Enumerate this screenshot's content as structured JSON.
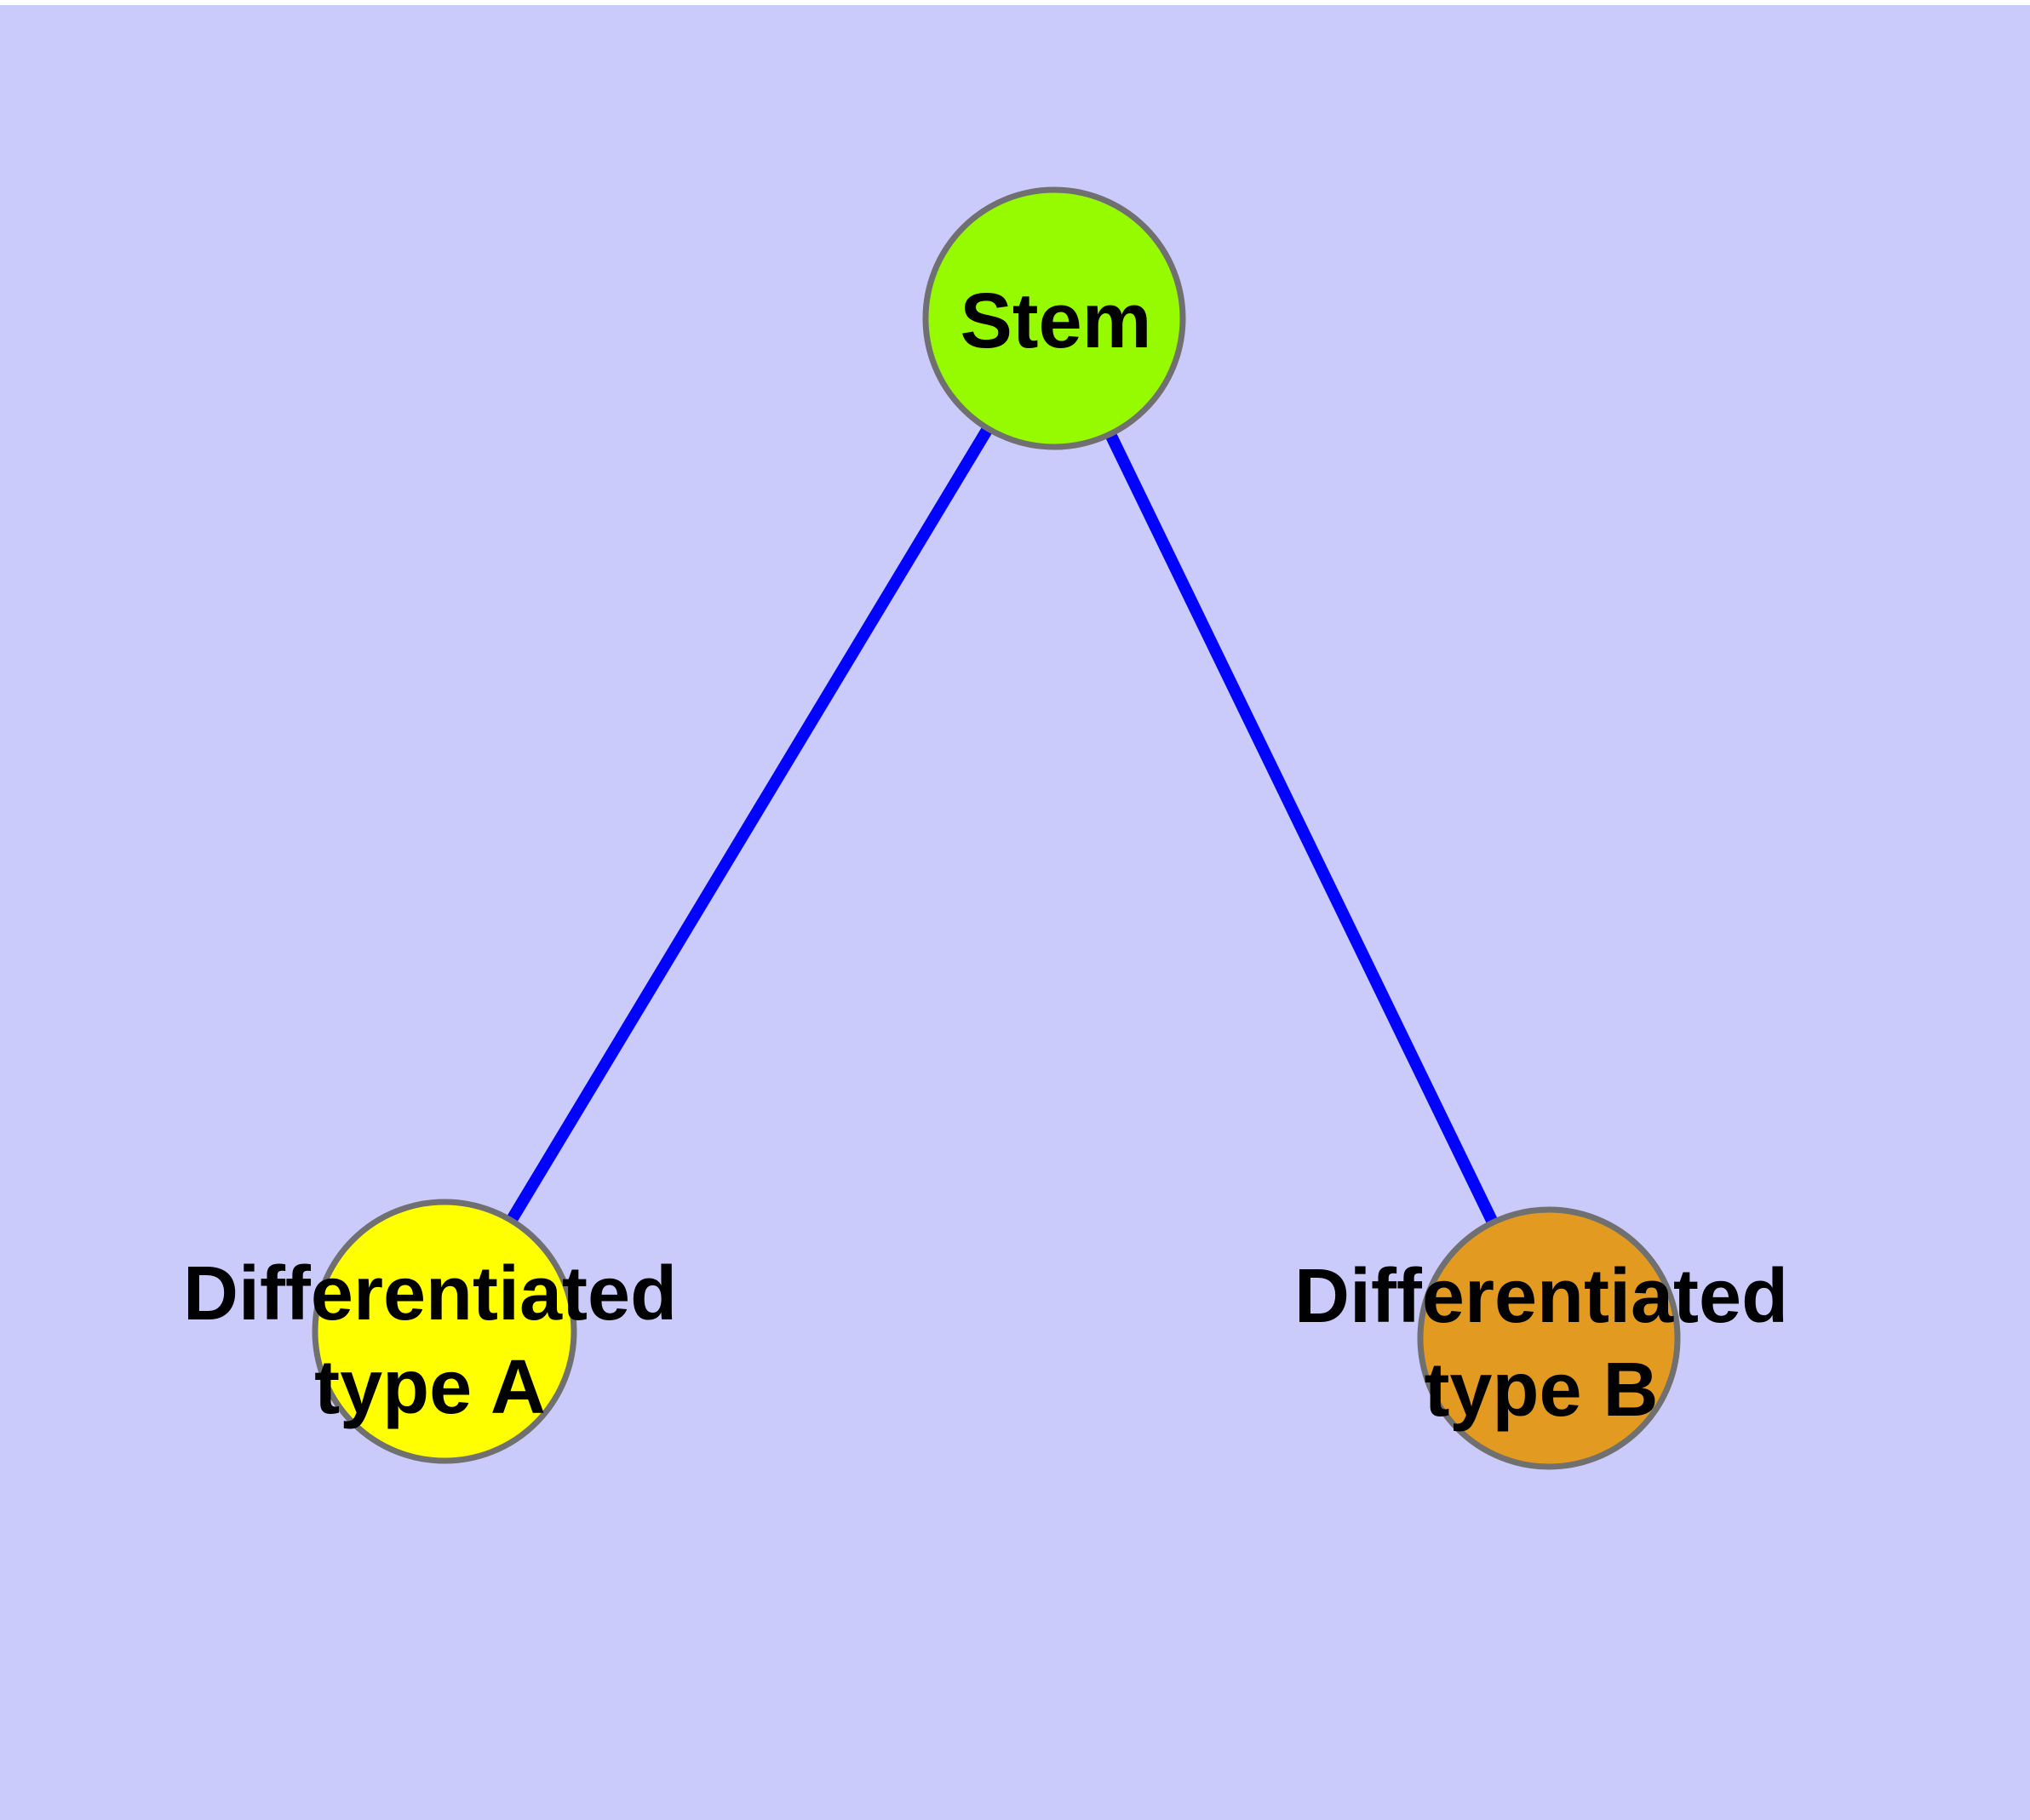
{
  "diagram": {
    "background_color": "#CACAFB",
    "top_strip_color": "#FFFFFF",
    "edge_color": "#0202FF",
    "node_border_color": "#707070",
    "text_color": "#000000",
    "nodes": [
      {
        "id": "stem",
        "label": "Stem",
        "fill": "#97FB00"
      },
      {
        "id": "differentiated-type-a",
        "label_line1": "Differentiated",
        "label_line2": "type A",
        "fill": "#FFFF00"
      },
      {
        "id": "differentiated-type-b",
        "label_line1": "Differentiated",
        "label_line2": "type B",
        "fill": "#E29A20"
      }
    ],
    "edges": [
      {
        "from": "stem",
        "to": "differentiated-type-a"
      },
      {
        "from": "stem",
        "to": "differentiated-type-b"
      }
    ]
  }
}
